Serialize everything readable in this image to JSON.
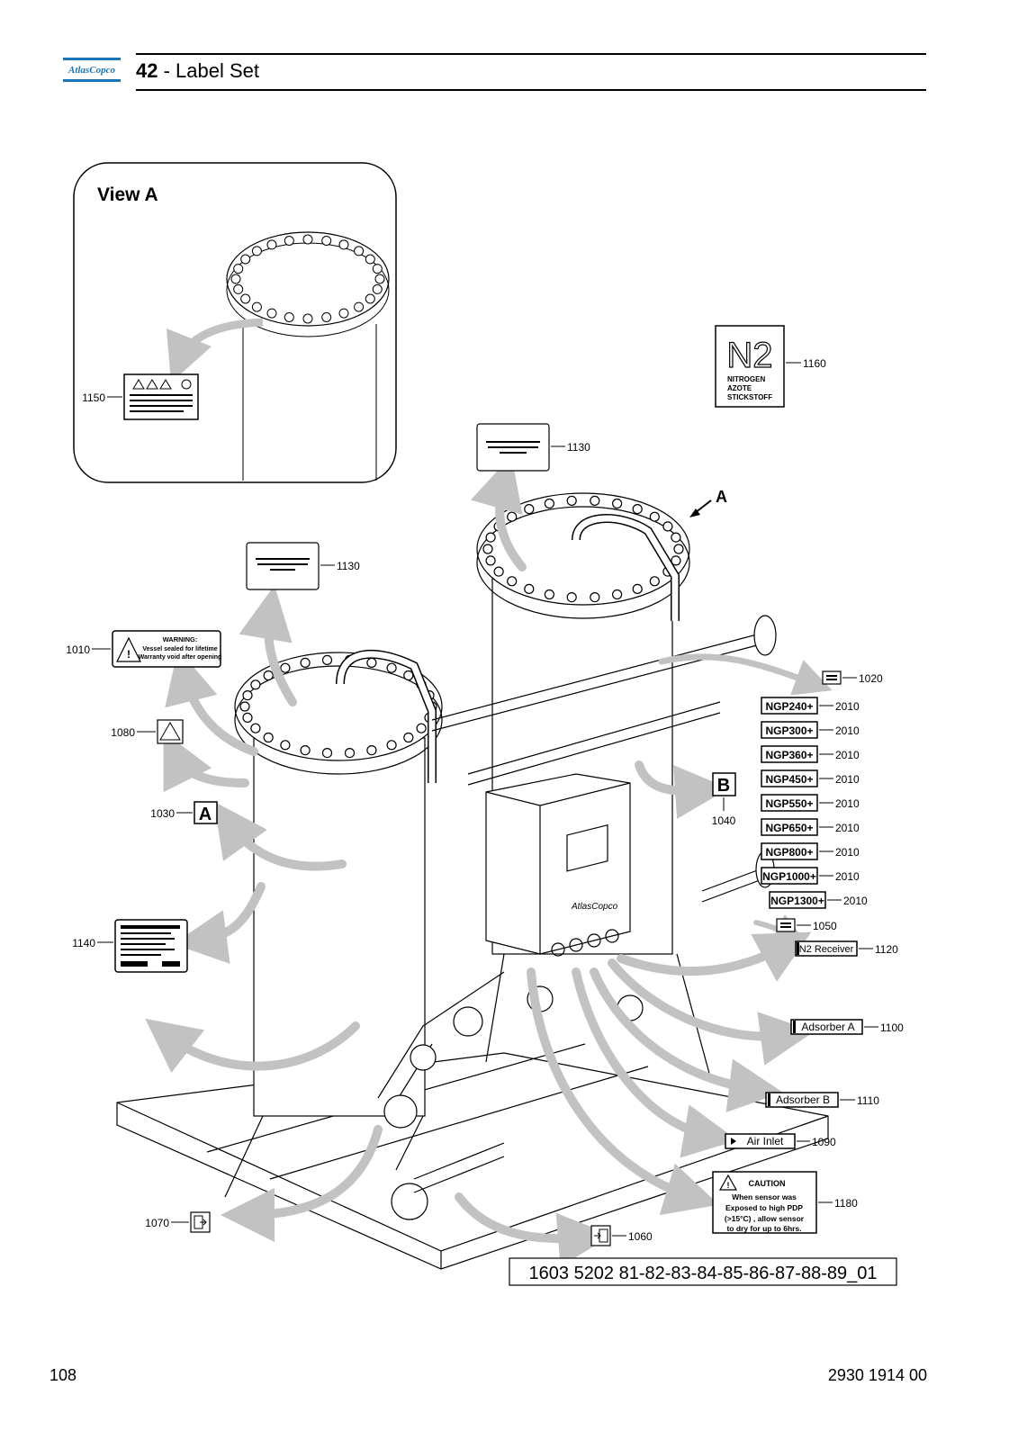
{
  "brand": {
    "logo_text": "AtlasCopco",
    "color": "#1a73b5"
  },
  "header": {
    "section_number": "42",
    "separator": " - ",
    "title": "Label Set"
  },
  "view_a": {
    "title": "View A",
    "callout": "1150"
  },
  "view_arrow_label": "A",
  "labels": {
    "n2": {
      "symbol": "N2",
      "lines": [
        "NITROGEN",
        "AZOTE",
        "STICKSTOFF"
      ],
      "callout": "1160"
    },
    "warning_small_top": {
      "callout": "1130"
    },
    "warning_small_left": {
      "callout": "1130"
    },
    "warning_main": {
      "title": "WARNING:",
      "line1": "Vessel sealed for lifetime",
      "line2": "Warranty void after opening",
      "callout": "1010"
    },
    "hazard_1080": {
      "callout": "1080"
    },
    "letter_a": {
      "letter": "A",
      "callout": "1030"
    },
    "letter_b": {
      "letter": "B",
      "callout": "1040"
    },
    "data_plate": {
      "callout": "1140"
    },
    "label_1020": {
      "callout": "1020"
    },
    "label_1050": {
      "callout": "1050"
    },
    "n2_receiver": {
      "text": "N2 Receiver",
      "callout": "1120"
    },
    "adsorber_a": {
      "text": "Adsorber A",
      "callout": "1100"
    },
    "adsorber_b": {
      "text": "Adsorber B",
      "callout": "1110"
    },
    "air_inlet": {
      "text": "Air Inlet",
      "callout": "1090"
    },
    "caution": {
      "title": "CAUTION",
      "lines": [
        "When sensor was",
        "Exposed to high PDP",
        "(>15°C) , allow sensor",
        "to dry for up to 6hrs."
      ],
      "callout": "1180"
    },
    "outlet_1070": {
      "callout": "1070"
    },
    "inlet_1060": {
      "callout": "1060"
    }
  },
  "models": {
    "items": [
      "NGP240+",
      "NGP300+",
      "NGP360+",
      "NGP450+",
      "NGP550+",
      "NGP650+",
      "NGP800+",
      "NGP1000+",
      "NGP1300+"
    ],
    "callout": "2010"
  },
  "part_number": "1603 5202 81-82-83-84-85-86-87-88-89_01",
  "footer": {
    "page_number": "108",
    "doc_number": "2930 1914 00"
  }
}
